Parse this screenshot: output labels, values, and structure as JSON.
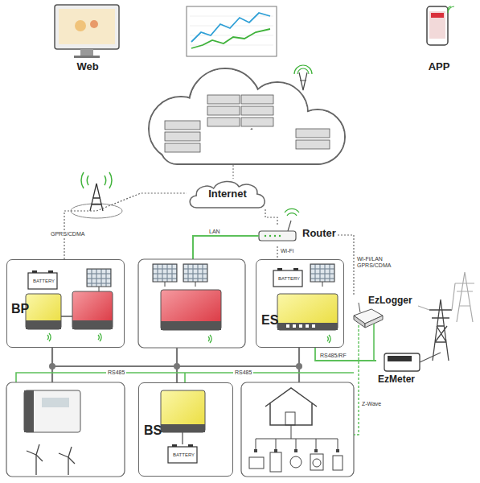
{
  "diagram": {
    "nodes": [
      {
        "text": [
          "Web"
        ]
      },
      {
        "text": [
          "APP"
        ]
      },
      {
        "text": [
          "Internet"
        ]
      },
      {
        "text": [
          "Router"
        ]
      },
      {
        "text": [
          "BP"
        ]
      },
      {
        "text": [
          "ES"
        ]
      },
      {
        "text": [
          "EzLogger"
        ]
      },
      {
        "text": [
          "EzMeter"
        ]
      },
      {
        "text": [
          "BS"
        ]
      }
    ],
    "edges": [
      {
        "from": 2,
        "to": 3,
        "arrow": "none"
      },
      {
        "from": 3,
        "to": 5,
        "label": "Wi-Fi",
        "arrow": "none"
      },
      {
        "from": 3,
        "to": 6,
        "label": "Wi-Fi/LAN GPRS/CDMA",
        "arrow": "none"
      },
      {
        "from": 5,
        "to": 7,
        "label": "RS485/RF",
        "arrow": "none"
      },
      {
        "from": 4,
        "to": 2,
        "label": "GPRS/CDMA",
        "arrow": "none"
      }
    ],
    "labels": [
      "LAN",
      "RS485",
      "RS485",
      "Z-Wave",
      "BATTERY",
      "BATTERY",
      "BATTERY"
    ]
  }
}
